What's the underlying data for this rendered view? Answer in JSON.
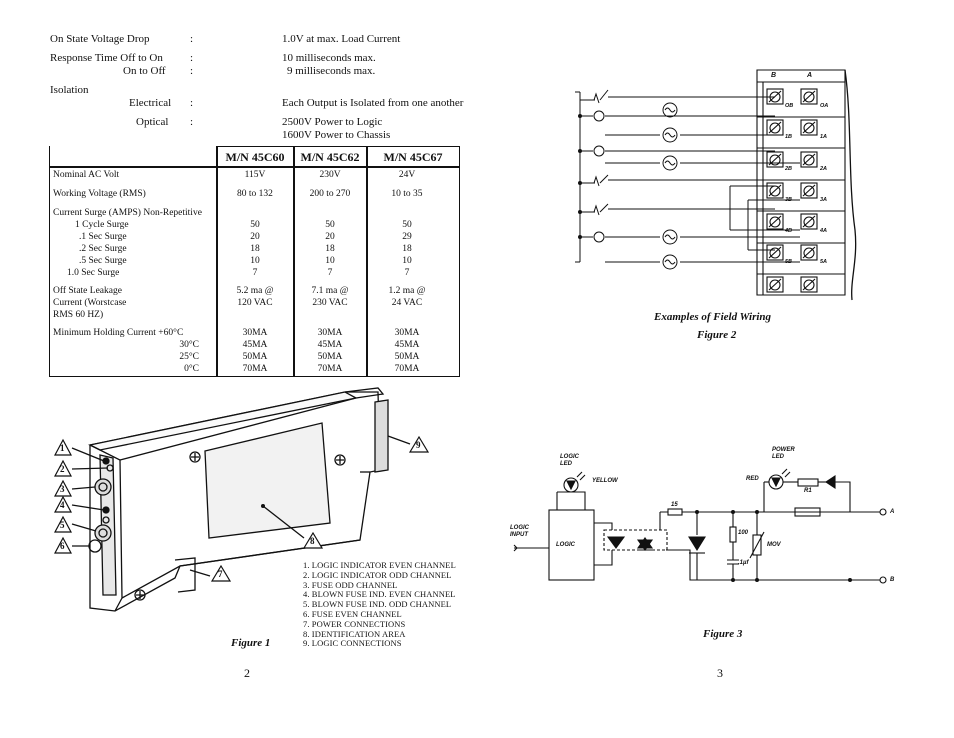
{
  "left_page": {
    "specs": [
      {
        "label": "On State Voltage Drop",
        "colon": ":",
        "value": "1.0V at max. Load Current"
      },
      {
        "label": "Response Time Off to On",
        "colon": ":",
        "value": "10 milliseconds max."
      },
      {
        "label": "On to Off",
        "colon": ":",
        "value": "9 milliseconds max."
      },
      {
        "label": "Isolation",
        "colon": "",
        "value": ""
      },
      {
        "label": "Electrical",
        "colon": ":",
        "value": "Each Output is Isolated from one another"
      },
      {
        "label": "Optical",
        "colon": ":",
        "value": "2500V Power to Logic"
      },
      {
        "label": "",
        "colon": "",
        "value": "1600V Power to Chassis"
      }
    ],
    "table": {
      "headers": [
        "M/N 45C60",
        "M/N 45C62",
        "M/N 45C67"
      ],
      "rows": [
        {
          "label": "Nominal AC Volt",
          "c1": "115V",
          "c2": "230V",
          "c3": "24V"
        },
        {
          "label": "Working Voltage (RMS)",
          "c1": "80 to 132",
          "c2": "200 to 270",
          "c3": "10 to 35"
        },
        {
          "label": "Current Surge (AMPS) Non-Repetitive",
          "c1": "",
          "c2": "",
          "c3": ""
        },
        {
          "label": "1 Cycle Surge",
          "c1": "50",
          "c2": "50",
          "c3": "50"
        },
        {
          "label": ".1 Sec Surge",
          "c1": "20",
          "c2": "20",
          "c3": "29"
        },
        {
          "label": ".2 Sec Surge",
          "c1": "18",
          "c2": "18",
          "c3": "18"
        },
        {
          "label": ".5 Sec Surge",
          "c1": "10",
          "c2": "10",
          "c3": "10"
        },
        {
          "label": "1.0 Sec Surge",
          "c1": "7",
          "c2": "7",
          "c3": "7"
        },
        {
          "label": "Off State Leakage",
          "c1": "5.2 ma @",
          "c2": "7.1 ma @",
          "c3": "1.2 ma @"
        },
        {
          "label": "Current (Worstcase",
          "c1": "120 VAC",
          "c2": "230 VAC",
          "c3": "24 VAC"
        },
        {
          "label": "RMS 60 HZ)",
          "c1": "",
          "c2": "",
          "c3": ""
        },
        {
          "label": "Minimum Holding Current +60°C",
          "c1": "30MA",
          "c2": "30MA",
          "c3": "30MA"
        },
        {
          "label": "30°C",
          "c1": "45MA",
          "c2": "45MA",
          "c3": "45MA"
        },
        {
          "label": "25°C",
          "c1": "50MA",
          "c2": "50MA",
          "c3": "50MA"
        },
        {
          "label": "0°C",
          "c1": "70MA",
          "c2": "70MA",
          "c3": "70MA"
        }
      ]
    },
    "callouts": [
      "1",
      "2",
      "3",
      "4",
      "5",
      "6",
      "7",
      "8",
      "9"
    ],
    "legend": [
      "1. LOGIC INDICATOR EVEN CHANNEL",
      "2. LOGIC INDICATOR ODD CHANNEL",
      "3. FUSE ODD CHANNEL",
      "4. BLOWN FUSE IND. EVEN CHANNEL",
      "5. BLOWN FUSE IND. ODD CHANNEL",
      "6. FUSE EVEN CHANNEL",
      "7. POWER CONNECTIONS",
      "8. IDENTIFICATION AREA",
      "9. LOGIC CONNECTIONS"
    ],
    "figure_caption": "Figure 1",
    "page_number": "2"
  },
  "right_page": {
    "fig2": {
      "terminal_headers": [
        "B",
        "A"
      ],
      "terminal_labels": [
        "OB",
        "OA",
        "1B",
        "1A",
        "2B",
        "2A",
        "3B",
        "3A",
        "4B",
        "4A",
        "5B",
        "5A"
      ],
      "caption_line1": "Examples of Field Wiring",
      "caption_line2": "Figure 2"
    },
    "fig3": {
      "labels": {
        "logic_led": "LOGIC LED",
        "yellow": "YELLOW",
        "logic_input": "LOGIC INPUT",
        "logic": "LOGIC",
        "power_led": "POWER LED",
        "red": "RED",
        "r1": "R1",
        "r15": "15",
        "r100": "100",
        "cap": ".1µf",
        "mov": "MOV",
        "term_a": "A",
        "term_b": "B"
      },
      "caption": "Figure 3"
    },
    "page_number": "3"
  }
}
